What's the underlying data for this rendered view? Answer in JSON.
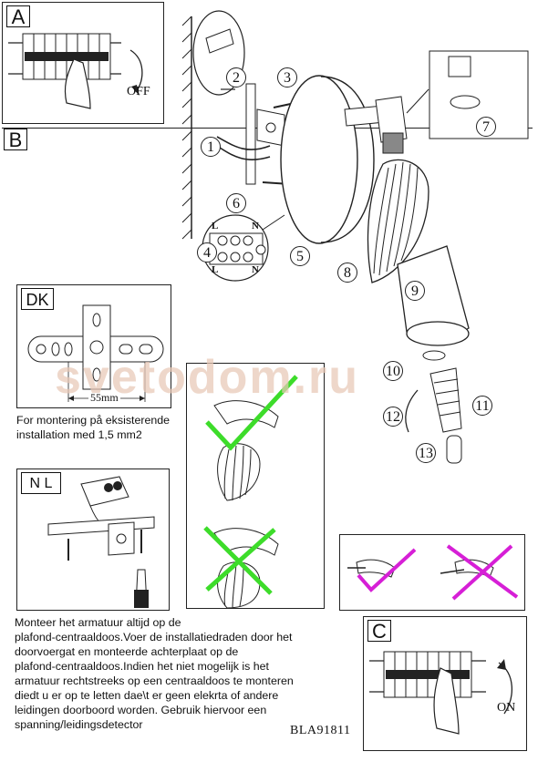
{
  "panels": {
    "a": {
      "label": "A",
      "off_label": "OFF"
    },
    "b": {
      "label": "B"
    },
    "c": {
      "label": "C",
      "on_label": "ON"
    },
    "dk": {
      "label": "DK",
      "dimension": "55mm",
      "caption_line1": "For montering på eksisterende",
      "caption_line2": "installation med 1,5 mm2"
    },
    "nl": {
      "label": "N L",
      "text_lines": [
        "Monteer het armatuur altijd op de",
        "plafond-centraaldoos.Voer de installatiedraden door het",
        "doorvoergat en monteerde achterplaat op de",
        "plafond-centraaldoos.Indien het niet mogelijk is het",
        "armatuur rechtstreeks op een centraaldoos te monteren",
        "diedt u er op te letten dae\\t er geen elekrta of andere",
        "leidingen doorboord worden. Gebruik hiervoor een",
        "spanning/leidingsdetector"
      ]
    }
  },
  "steps": [
    "1",
    "2",
    "3",
    "4",
    "5",
    "6",
    "7",
    "8",
    "9",
    "10",
    "11",
    "12",
    "13"
  ],
  "terminal_labels": {
    "top": [
      "L",
      "N"
    ],
    "bottom": [
      "L",
      "N"
    ]
  },
  "model_number": "BLA91811",
  "watermark": "svetodom.ru",
  "colors": {
    "check_green": "#3ddc2a",
    "cross_green": "#3ddc2a",
    "check_magenta": "#d61fd6",
    "cross_magenta": "#d61fd6",
    "watermark": "#e8c9b7"
  }
}
